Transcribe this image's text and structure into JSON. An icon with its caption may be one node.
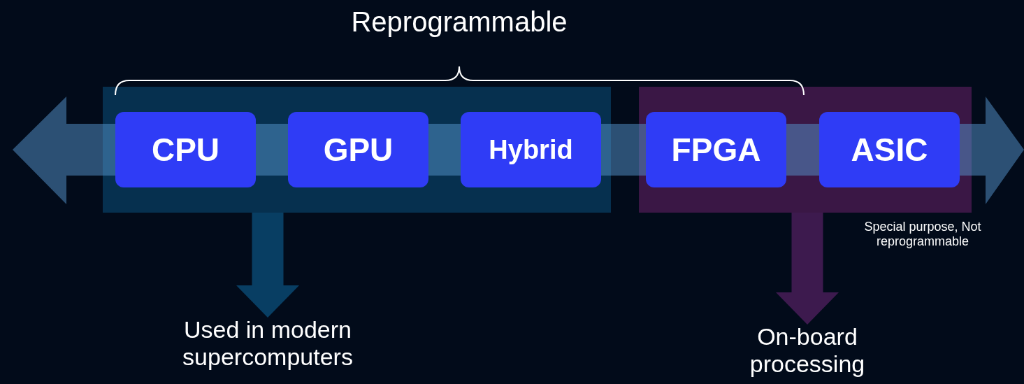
{
  "diagram": {
    "nodes": [
      {
        "text": [],
        "shape": "box"
      },
      {
        "text": [
          "CPU"
        ],
        "in": 0
      },
      {
        "text": [
          "GPU"
        ],
        "in": 0
      },
      {
        "text": [
          "Hybrid"
        ],
        "in": 0
      },
      {
        "text": [],
        "shape": "box"
      },
      {
        "text": [
          "FPGA"
        ],
        "in": 4
      },
      {
        "text": [
          "ASIC"
        ],
        "in": 4
      },
      {
        "text": [
          "Used in modern supercomputers"
        ]
      },
      {
        "text": [
          "On-board processing"
        ]
      }
    ],
    "edges": [
      {
        "from": 0,
        "to": 7,
        "arrow": "to"
      },
      {
        "from": 4,
        "to": 8,
        "arrow": "to"
      }
    ],
    "labels": [
      "Reprogrammable",
      "Special purpose, Not reprogrammable"
    ]
  }
}
